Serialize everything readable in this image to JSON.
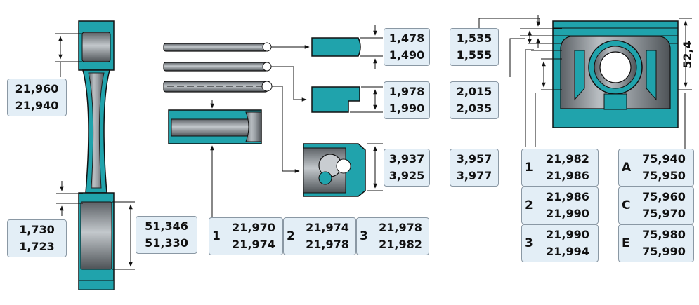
{
  "colors": {
    "teal": "#20a3ac",
    "metal": "#8c9196",
    "metal_dark": "#45494e",
    "label_bg": "#e3eef6",
    "outline": "#111111"
  },
  "rod_big_end_dims": [
    "1,730",
    "1,723"
  ],
  "rod_small_end_dims": [
    "21,960",
    "21,940"
  ],
  "rod_big_end_bore": [
    "51,346",
    "51,330"
  ],
  "pin_classes": [
    {
      "num": "1",
      "vals": [
        "21,970",
        "21,974"
      ]
    },
    {
      "num": "2",
      "vals": [
        "21,974",
        "21,978"
      ]
    },
    {
      "num": "3",
      "vals": [
        "21,978",
        "21,982"
      ]
    }
  ],
  "ring_top": [
    "1,478",
    "1,490"
  ],
  "ring_second": [
    "1,978",
    "1,990"
  ],
  "ring_oil": [
    "3,937",
    "3,925"
  ],
  "groove_top": [
    "1,535",
    "1,555"
  ],
  "groove_second": [
    "2,015",
    "2,035"
  ],
  "groove_oil": [
    "3,957",
    "3,977"
  ],
  "piston_height": "52,4",
  "piston_pin_bore_classes": [
    {
      "num": "1",
      "vals": [
        "21,982",
        "21,986"
      ]
    },
    {
      "num": "2",
      "vals": [
        "21,986",
        "21,990"
      ]
    },
    {
      "num": "3",
      "vals": [
        "21,990",
        "21,994"
      ]
    }
  ],
  "piston_diameter_classes": [
    {
      "grade": "A",
      "vals": [
        "75,940",
        "75,950"
      ]
    },
    {
      "grade": "C",
      "vals": [
        "75,960",
        "75,970"
      ]
    },
    {
      "grade": "E",
      "vals": [
        "75,980",
        "75,990"
      ]
    }
  ]
}
